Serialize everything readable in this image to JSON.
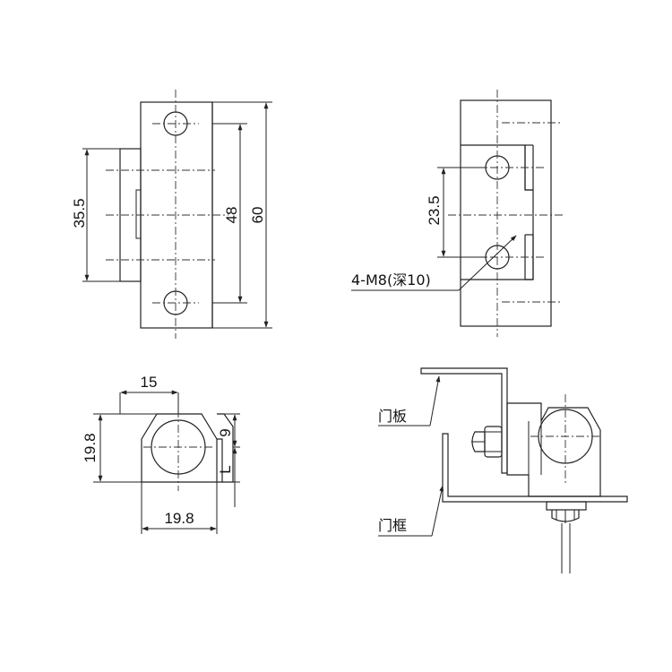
{
  "view_front": {
    "dim_35_5": "35.5",
    "dim_48": "48",
    "dim_60": "60"
  },
  "view_side": {
    "dim_23_5": "23.5",
    "note_thread": "4-M8(深10)"
  },
  "view_bottom": {
    "dim_15": "15",
    "dim_19_8_vertical": "19.8",
    "dim_19_8_horizontal": "19.8",
    "dim_9": "9",
    "dim_L": "L"
  },
  "view_assembly": {
    "label_door_panel": "门板",
    "label_door_frame": "门框"
  }
}
